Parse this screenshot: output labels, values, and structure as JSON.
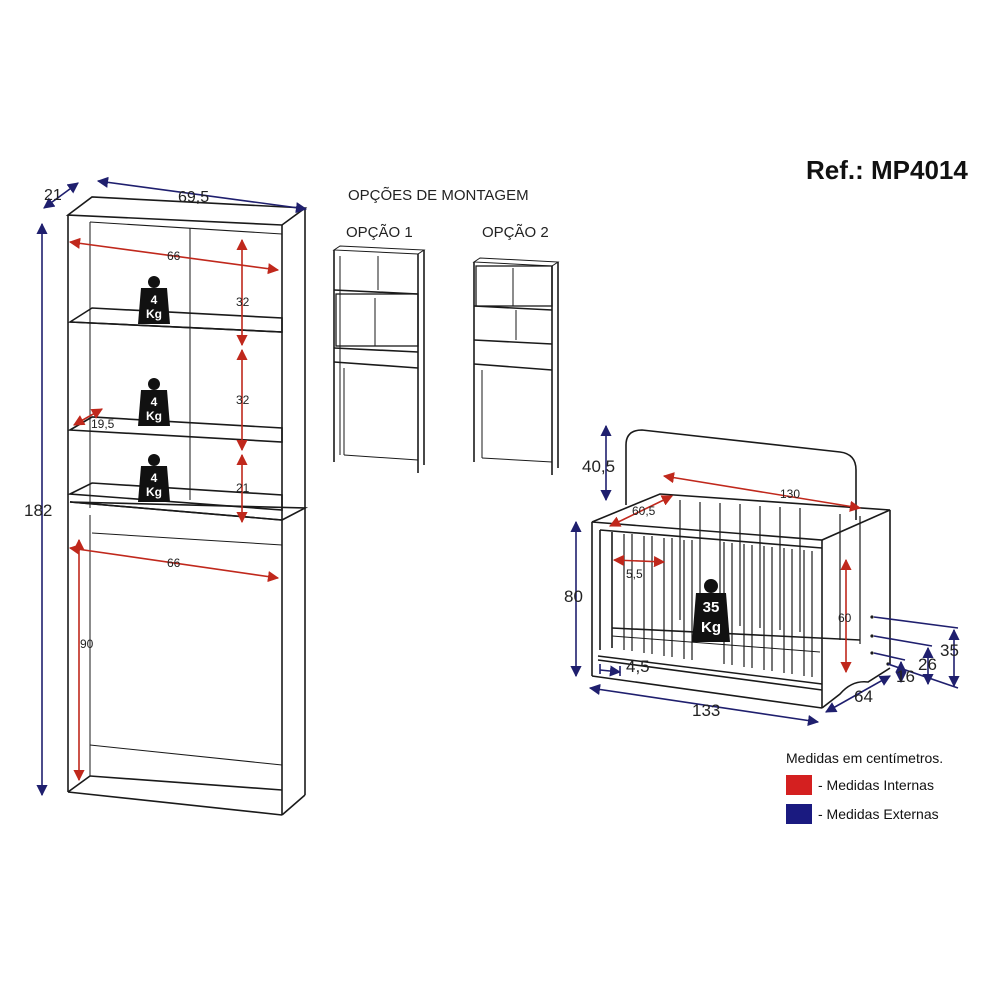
{
  "reference": "Ref.: MP4014",
  "assembly": {
    "title": "OPÇÕES DE MONTAGEM",
    "option1": "OPÇÃO 1",
    "option2": "OPÇÃO 2"
  },
  "cabinet": {
    "depth": "21",
    "width": "69,5",
    "height": "182",
    "inner_width_top": "66",
    "shelf_height_1": "32",
    "shelf_height_2": "32",
    "shelf_height_3": "21",
    "shelf_depth": "19,5",
    "inner_width_bottom": "66",
    "lower_height": "90",
    "weights": [
      {
        "value": "4",
        "unit": "Kg"
      },
      {
        "value": "4",
        "unit": "Kg"
      },
      {
        "value": "4",
        "unit": "Kg"
      }
    ]
  },
  "crib": {
    "headboard_height": "40,5",
    "inner_length": "130",
    "inner_width": "60,5",
    "slat_gap": "5,5",
    "height": "80",
    "inner_height": "60",
    "base_gap": "4,5",
    "length": "133",
    "width": "64",
    "mattress_level_1": "16",
    "mattress_level_2": "26",
    "mattress_level_3": "35",
    "weight": {
      "value": "35",
      "unit": "Kg"
    }
  },
  "legend": {
    "title": "Medidas em centímetros.",
    "internal": "- Medidas Internas",
    "external": "- Medidas Externas",
    "internal_color": "#d42020",
    "external_color": "#1a1a80"
  }
}
